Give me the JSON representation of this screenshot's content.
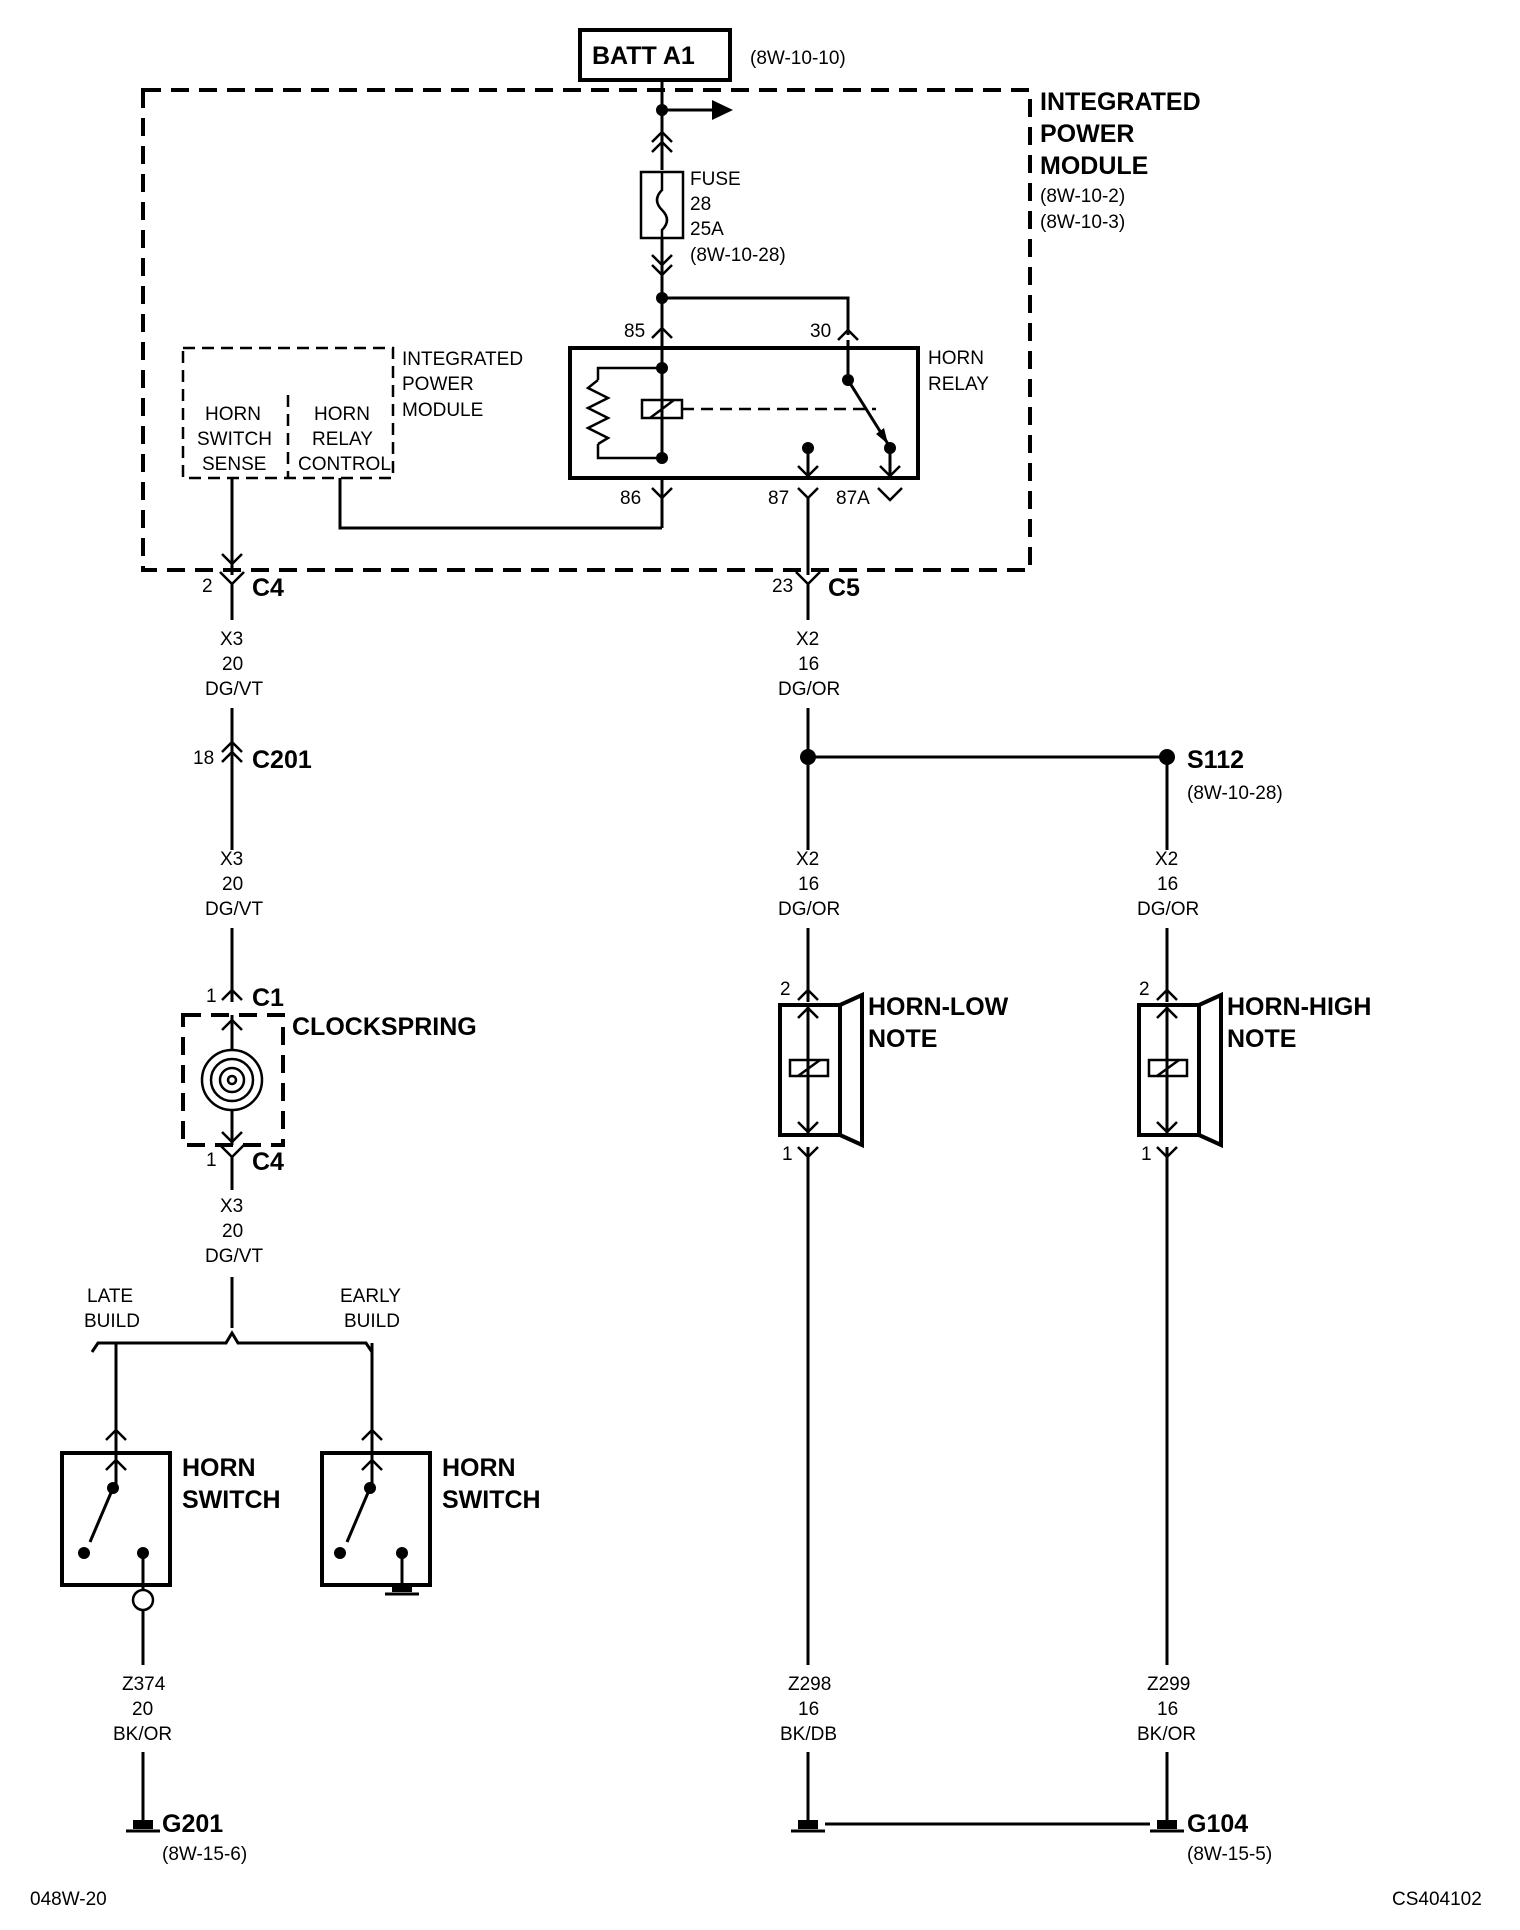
{
  "batt": {
    "label": "BATT A1",
    "ref": "(8W-10-10)"
  },
  "ipm": {
    "title1": "INTEGRATED",
    "title2": "POWER",
    "title3": "MODULE",
    "ref1": "(8W-10-2)",
    "ref2": "(8W-10-3)"
  },
  "ipm_inner": {
    "l1": "INTEGRATED",
    "l2": "POWER",
    "l3": "MODULE"
  },
  "sense": {
    "l1": "HORN",
    "l2": "SWITCH",
    "l3": "SENSE"
  },
  "control": {
    "l1": "HORN",
    "l2": "RELAY",
    "l3": "CONTROL"
  },
  "fuse": {
    "l1": "FUSE",
    "l2": "28",
    "l3": "25A",
    "ref": "(8W-10-28)"
  },
  "relay": {
    "l1": "HORN",
    "l2": "RELAY",
    "pin85": "85",
    "pin30": "30",
    "pin86": "86",
    "pin87": "87",
    "pin87a": "87A"
  },
  "conn": {
    "c4_pin": "2",
    "c4": "C4",
    "c5_pin": "23",
    "c5": "C5",
    "c201_pin": "18",
    "c201": "C201",
    "c1_pin": "1",
    "c1": "C1",
    "c4b_pin": "1",
    "c4b": "C4"
  },
  "wires": {
    "w1": {
      "id": "X3",
      "gauge": "20",
      "color": "DG/VT"
    },
    "w2": {
      "id": "X3",
      "gauge": "20",
      "color": "DG/VT"
    },
    "w3": {
      "id": "X3",
      "gauge": "20",
      "color": "DG/VT"
    },
    "w4": {
      "id": "X2",
      "gauge": "16",
      "color": "DG/OR"
    },
    "w5": {
      "id": "X2",
      "gauge": "16",
      "color": "DG/OR"
    },
    "w6": {
      "id": "X2",
      "gauge": "16",
      "color": "DG/OR"
    },
    "w7": {
      "id": "Z374",
      "gauge": "20",
      "color": "BK/OR"
    },
    "w8": {
      "id": "Z298",
      "gauge": "16",
      "color": "BK/DB"
    },
    "w9": {
      "id": "Z299",
      "gauge": "16",
      "color": "BK/OR"
    }
  },
  "splice": {
    "label": "S112",
    "ref": "(8W-10-28)"
  },
  "clockspring": {
    "label": "CLOCKSPRING"
  },
  "build": {
    "late1": "LATE",
    "late2": "BUILD",
    "early1": "EARLY",
    "early2": "BUILD"
  },
  "switch_late": {
    "l1": "HORN",
    "l2": "SWITCH"
  },
  "switch_early": {
    "l1": "HORN",
    "l2": "SWITCH"
  },
  "horn_low": {
    "l1": "HORN-LOW",
    "l2": "NOTE",
    "pin_top": "2",
    "pin_bot": "1"
  },
  "horn_high": {
    "l1": "HORN-HIGH",
    "l2": "NOTE",
    "pin_top": "2",
    "pin_bot": "1"
  },
  "ground_g201": {
    "label": "G201",
    "ref": "(8W-15-6)"
  },
  "ground_g104": {
    "label": "G104",
    "ref": "(8W-15-5)"
  },
  "footer": {
    "left": "048W-20",
    "right": "CS404102"
  }
}
